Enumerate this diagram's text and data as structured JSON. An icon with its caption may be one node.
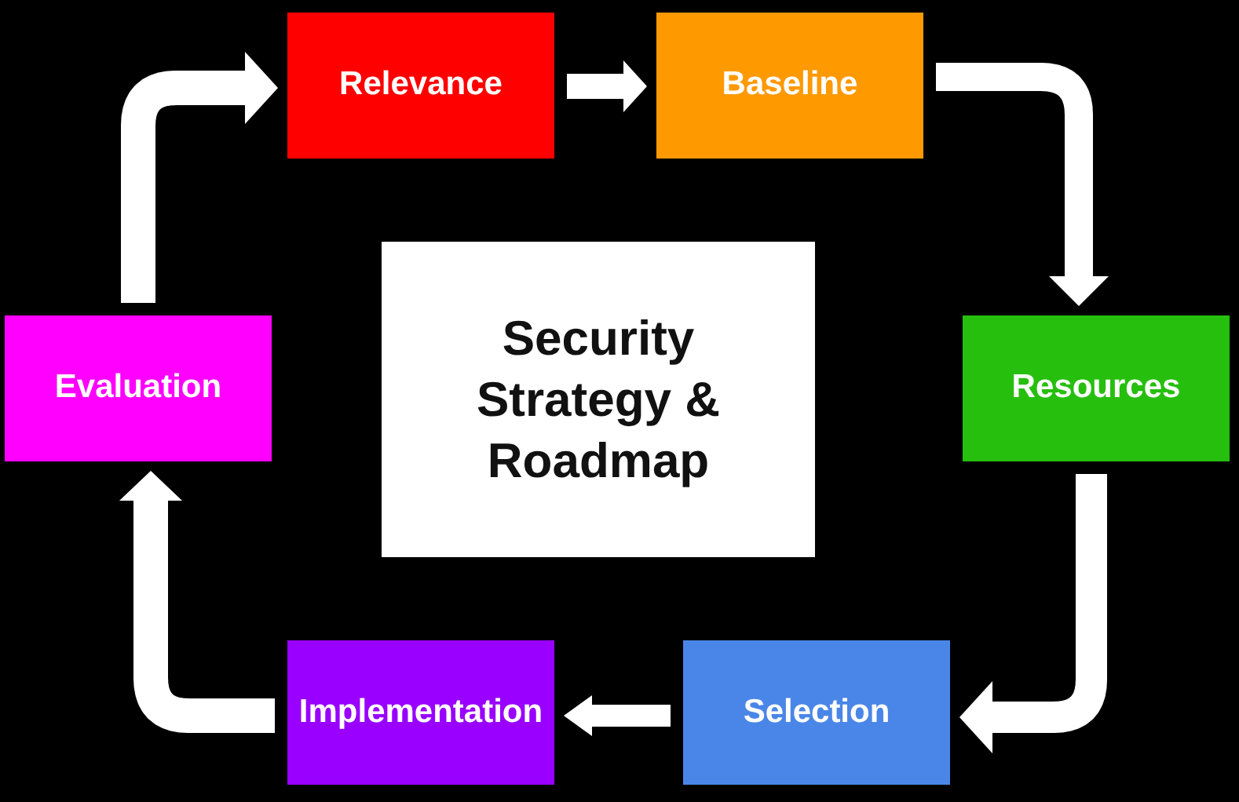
{
  "diagram": {
    "nodes": [
      {
        "text": [
          "Relevance"
        ]
      },
      {
        "text": [
          "Baseline"
        ]
      },
      {
        "text": [
          "Resources"
        ]
      },
      {
        "text": [
          "Selection"
        ]
      },
      {
        "text": [
          "Implementation"
        ]
      },
      {
        "text": [
          "Evaluation"
        ]
      },
      {
        "text": [
          "Security Strategy & Roadmap"
        ]
      }
    ],
    "edges": [
      {
        "from": 0,
        "to": 1,
        "arrow": "to"
      },
      {
        "from": 1,
        "to": 2,
        "arrow": "to"
      },
      {
        "from": 2,
        "to": 3,
        "arrow": "to"
      },
      {
        "from": 3,
        "to": 4,
        "arrow": "to"
      },
      {
        "from": 4,
        "to": 5,
        "arrow": "to"
      },
      {
        "from": 5,
        "to": 0,
        "arrow": "to"
      }
    ]
  }
}
